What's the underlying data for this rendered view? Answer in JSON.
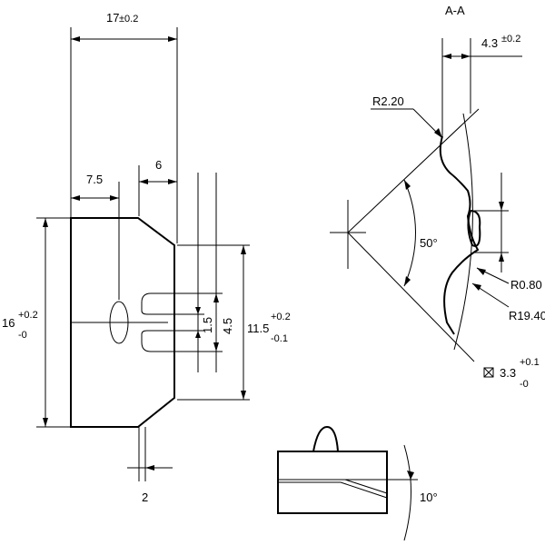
{
  "drawing": {
    "section_title": "A-A",
    "front_view": {
      "width_label": "17",
      "width_tol": "±0.2",
      "left_offset_label": "7.5",
      "taper_length_label": "6",
      "height_label": "16",
      "height_tol_plus": "+0.2",
      "height_tol_minus": "-0",
      "slot_label": "1.5",
      "slot_depth_label": "4.5",
      "inner_height_label": "11.5",
      "inner_tol_plus": "+0.2",
      "inner_tol_minus": "-0.1",
      "bottom_label": "2"
    },
    "section_view": {
      "thickness_label": "4.3",
      "thickness_tol": "±0.2",
      "radius_top_label": "R2.20",
      "angle_label": "50°",
      "radius_small_label": "R0.80",
      "radius_large_label": "R19.40",
      "square_label": "3.3",
      "square_tol_plus": "+0.1",
      "square_tol_minus": "-0"
    },
    "side_view": {
      "angle_label": "10°"
    }
  }
}
